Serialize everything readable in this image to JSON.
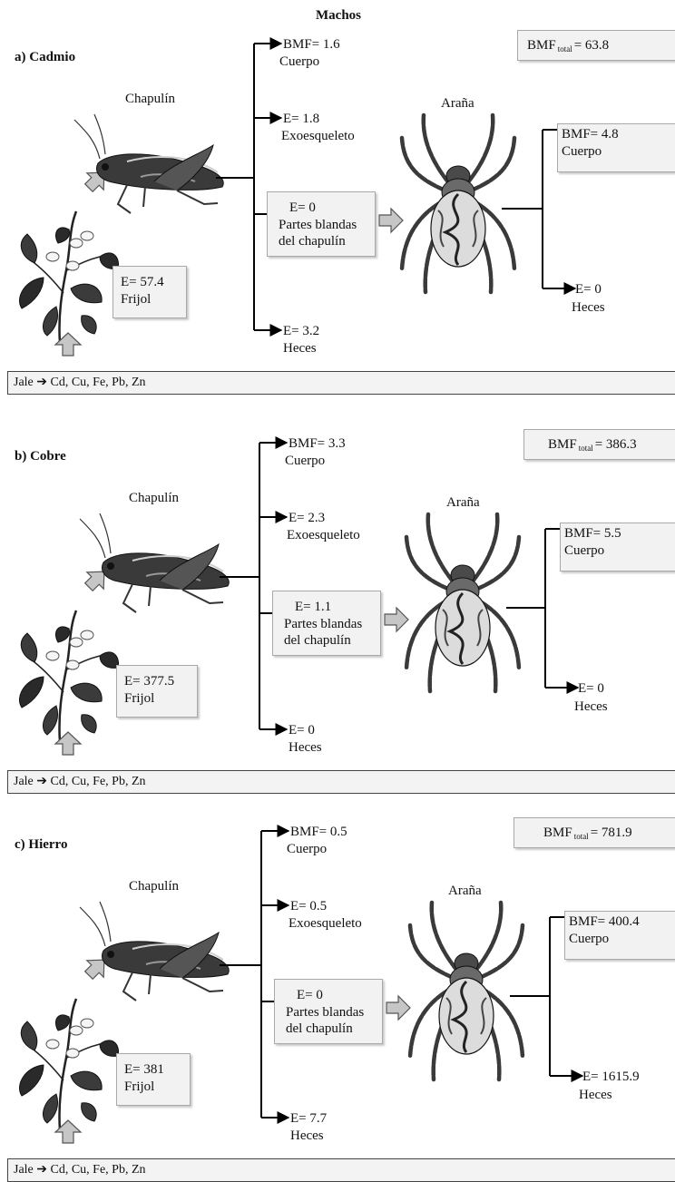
{
  "title": "Machos",
  "panels": [
    {
      "label": "a) Cadmio",
      "bmf_total": {
        "prefix": "BMF",
        "sub": "total",
        "value": "= 63.8"
      },
      "plant": {
        "value": "E= 57.4",
        "name": "Frijol"
      },
      "grasshopper": "Chapulín",
      "spider": "Araña",
      "gh_cuerpo": {
        "value": "BMF= 1.6",
        "label": "Cuerpo"
      },
      "gh_exo": {
        "value": "E= 1.8",
        "label": "Exoesqueleto"
      },
      "gh_soft": {
        "value": "E= 0",
        "line1": "Partes blandas",
        "line2": "del chapulín"
      },
      "gh_heces": {
        "value": "E= 3.2",
        "label": "Heces"
      },
      "sp_cuerpo": {
        "value": "BMF= 4.8",
        "label": "Cuerpo"
      },
      "sp_heces": {
        "value": "E= 0",
        "label": "Heces"
      },
      "source": {
        "prefix": "Jale",
        "arrow": "➔",
        "metals": "Cd, Cu, Fe, Pb, Zn"
      }
    },
    {
      "label": "b) Cobre",
      "bmf_total": {
        "prefix": "BMF",
        "sub": "total",
        "value": "= 386.3"
      },
      "plant": {
        "value": "E= 377.5",
        "name": "Frijol"
      },
      "grasshopper": "Chapulín",
      "spider": "Araña",
      "gh_cuerpo": {
        "value": "BMF= 3.3",
        "label": "Cuerpo"
      },
      "gh_exo": {
        "value": "E= 2.3",
        "label": "Exoesqueleto"
      },
      "gh_soft": {
        "value": "E= 1.1",
        "line1": "Partes blandas",
        "line2": "del chapulín"
      },
      "gh_heces": {
        "value": "E= 0",
        "label": "Heces"
      },
      "sp_cuerpo": {
        "value": "BMF= 5.5",
        "label": "Cuerpo"
      },
      "sp_heces": {
        "value": "E= 0",
        "label": "Heces"
      },
      "source": {
        "prefix": "Jale",
        "arrow": "➔",
        "metals": "Cd, Cu, Fe, Pb, Zn"
      }
    },
    {
      "label": "c) Hierro",
      "bmf_total": {
        "prefix": "BMF",
        "sub": "total",
        "value": "= 781.9"
      },
      "plant": {
        "value": "E= 381",
        "name": "Frijol"
      },
      "grasshopper": "Chapulín",
      "spider": "Araña",
      "gh_cuerpo": {
        "value": "BMF= 0.5",
        "label": "Cuerpo"
      },
      "gh_exo": {
        "value": "E= 0.5",
        "label": "Exoesqueleto"
      },
      "gh_soft": {
        "value": "E= 0",
        "line1": "Partes blandas",
        "line2": "del chapulín"
      },
      "gh_heces": {
        "value": "E= 7.7",
        "label": "Heces"
      },
      "sp_cuerpo": {
        "value": "BMF= 400.4",
        "label": "Cuerpo"
      },
      "sp_heces": {
        "value": "E= 1615.9",
        "label": "Heces"
      },
      "source": {
        "prefix": "Jale",
        "arrow": "➔",
        "metals": "Cd, Cu, Fe, Pb, Zn"
      }
    }
  ]
}
